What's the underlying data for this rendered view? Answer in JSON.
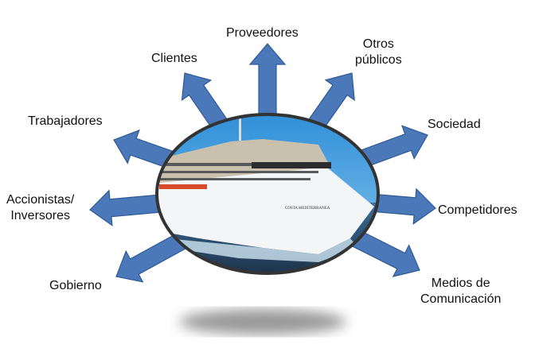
{
  "title": "Grupos de interés",
  "colors": {
    "arrow": "#4a78b8",
    "arrow_border": "#2f5a94",
    "ellipse_border": "#333333"
  },
  "center": {
    "image": "cruise-ship",
    "ship_name": "COSTA MEDITERRANEA"
  },
  "stakeholders": [
    {
      "id": "proveedores",
      "label": "Proveedores"
    },
    {
      "id": "clientes",
      "label": "Clientes"
    },
    {
      "id": "otros",
      "label": "Otros públicos",
      "line1": "Otros",
      "line2": "públicos"
    },
    {
      "id": "trabajadores",
      "label": "Trabajadores"
    },
    {
      "id": "sociedad",
      "label": "Sociedad"
    },
    {
      "id": "accionistas",
      "label": "Accionistas/ Inversores",
      "line1": "Accionistas/",
      "line2": "Inversores"
    },
    {
      "id": "competidores",
      "label": "Competidores"
    },
    {
      "id": "gobierno",
      "label": "Gobierno"
    },
    {
      "id": "medios",
      "label": "Medios de Comunicación",
      "line1": "Medios de",
      "line2": "Comunicación"
    }
  ]
}
